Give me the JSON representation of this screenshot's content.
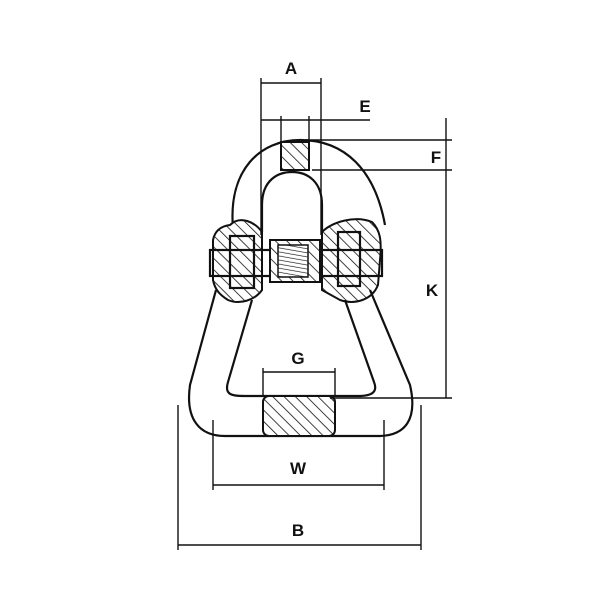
{
  "diagram": {
    "labels": {
      "A": "A",
      "E": "E",
      "F": "F",
      "K": "K",
      "G": "G",
      "W": "W",
      "B": "B"
    },
    "colors": {
      "line": "#111111",
      "background": "#ffffff"
    }
  }
}
